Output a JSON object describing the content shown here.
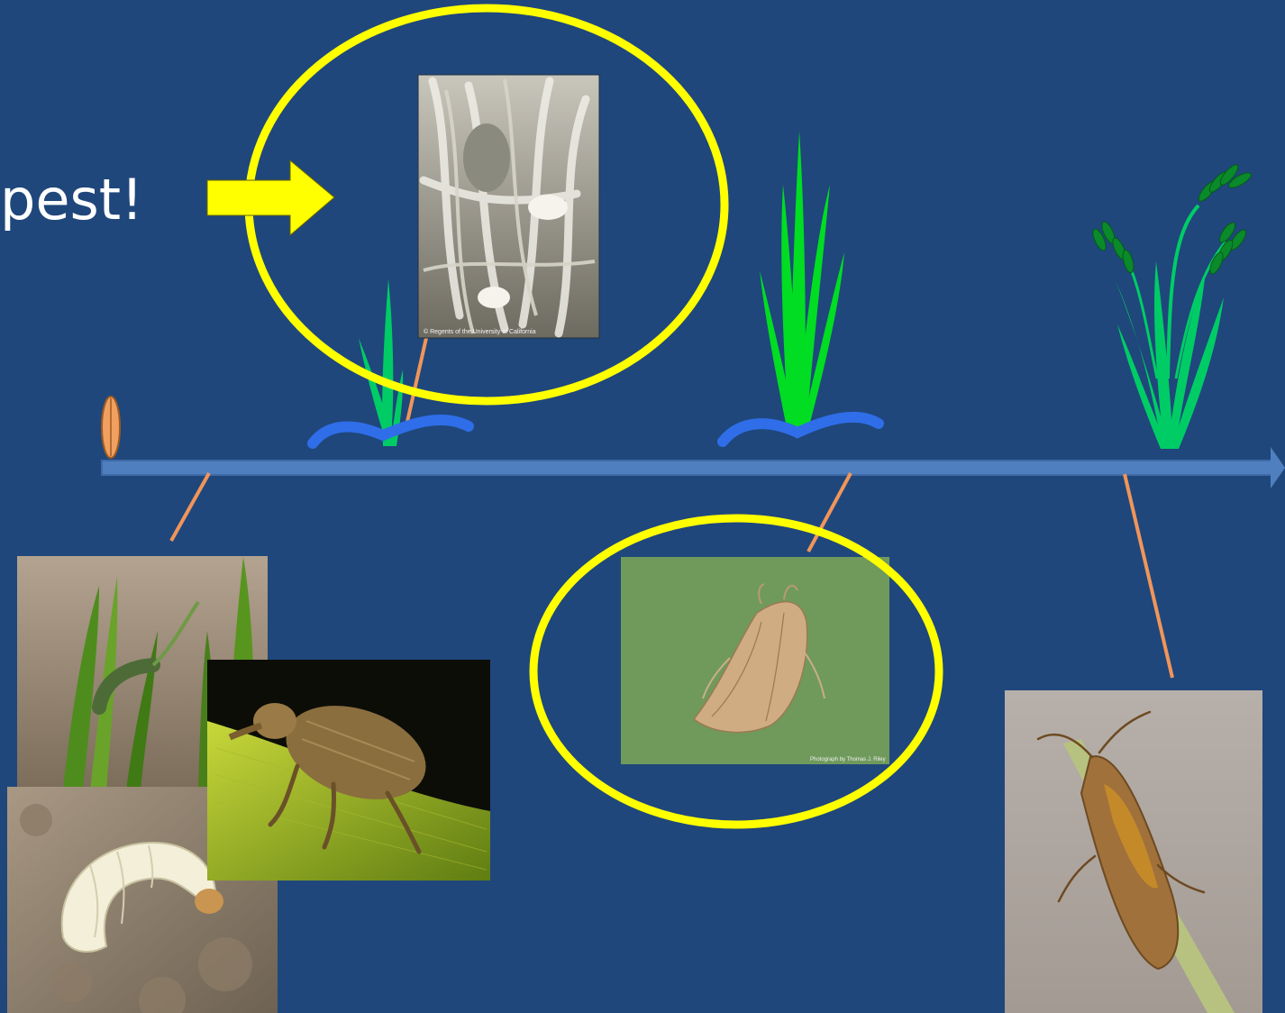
{
  "slide": {
    "callout_text": "pest!",
    "colors": {
      "background": "#1f477b",
      "timeline": "#4f7fbf",
      "leader_line": "#f0955a",
      "highlight": "#ffff00",
      "arrow": "#ffff00",
      "water": "#2f6ee8",
      "plant_light": "#00cc66",
      "plant_bright": "#00dd22",
      "seed": "#f0a060"
    },
    "photos": [
      {
        "id": "root-pest-photo",
        "credit": "© Regents of the University of California"
      },
      {
        "id": "armyworm-photo",
        "credit": ""
      },
      {
        "id": "grub-photo",
        "credit": ""
      },
      {
        "id": "weevil-photo",
        "credit": ""
      },
      {
        "id": "moth-photo",
        "credit": "Photograph by Thomas J. Riley"
      },
      {
        "id": "stink-bug-photo",
        "credit": ""
      }
    ]
  }
}
